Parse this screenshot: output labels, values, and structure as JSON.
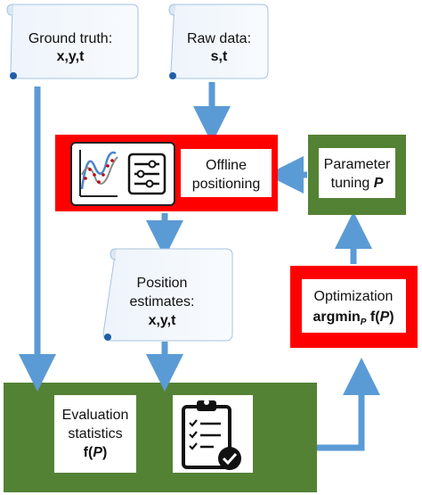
{
  "nodes": {
    "ground_truth": {
      "line1": "Ground truth:",
      "line2": "x,y,t"
    },
    "raw_data": {
      "line1": "Raw data:",
      "line2": "s,t"
    },
    "offline_positioning": {
      "line1": "Offline",
      "line2": "positioning"
    },
    "parameter_tuning": {
      "line1": "Parameter",
      "line2_text": "tuning ",
      "line2_var": "P"
    },
    "position_estimates": {
      "line1": "Position",
      "line2": "estimates:",
      "line3": "x,y,t"
    },
    "optimization": {
      "line1": "Optimization",
      "line2_pre": "argmin",
      "line2_sub": "P",
      "line2_fn": " f(",
      "line2_var": "P",
      "line2_close": ")"
    },
    "evaluation_statistics": {
      "line1": "Evaluation",
      "line2": "statistics",
      "line3_pre": "f(",
      "line3_var": "P",
      "line3_close": ")"
    }
  },
  "icons": [
    "line-chart-icon",
    "sliders-icon",
    "checklist-clipboard-icon"
  ],
  "colors": {
    "red_box": "#ff0000",
    "green_box": "#548235",
    "blue_arrow": "#5b9bd5",
    "scroll_fill": "#f2f7fc",
    "scroll_edge": "#a6c3e0"
  }
}
